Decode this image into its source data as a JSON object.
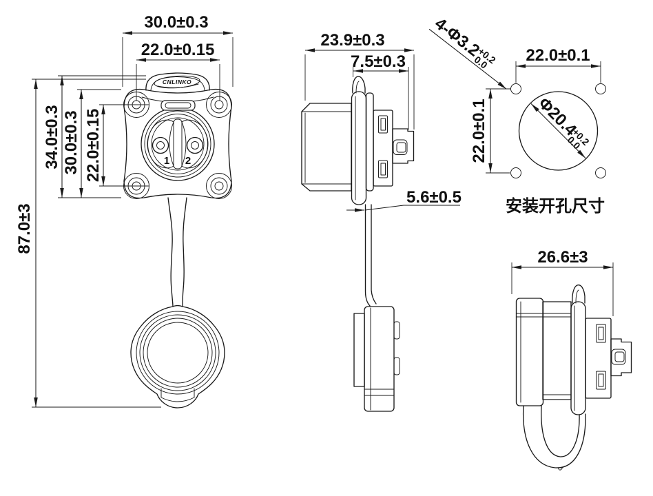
{
  "colors": {
    "line": "#1a1a1a",
    "background": "#ffffff"
  },
  "front_view": {
    "dim_width": "30.0±0.3",
    "dim_inner_width": "22.0±0.15",
    "dim_overall_height": "87.0±3",
    "dim_body_height": "34.0±0.3",
    "dim_flange_height": "30.0±0.3",
    "dim_hole_pitch": "22.0±0.15",
    "pin1": "1",
    "pin2": "2",
    "logo": "CNLINKO"
  },
  "side_view": {
    "dim_depth": "23.9±0.3",
    "dim_front_depth": "7.5±0.3",
    "dim_panel_offset": "5.6±0.5"
  },
  "mounting_pattern": {
    "hole_callout": "4-Φ3.2",
    "hole_tol_upper": "+0.2",
    "hole_tol_lower": "0.0",
    "pitch_horizontal": "22.0±0.1",
    "pitch_vertical": "22.0±0.1",
    "bore_diameter": "Φ20.4",
    "bore_tol_upper": "+0.2",
    "bore_tol_lower": "0.0",
    "caption": "安装开孔尺寸"
  },
  "capped_view": {
    "dim_width": "26.6±3"
  }
}
